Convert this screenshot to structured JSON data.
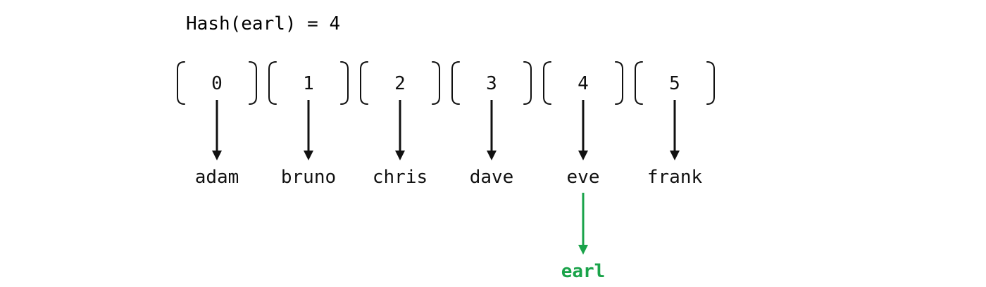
{
  "title": "Hash(earl) = 4",
  "buckets": [
    {
      "index": "0",
      "entry": "adam"
    },
    {
      "index": "1",
      "entry": "bruno"
    },
    {
      "index": "2",
      "entry": "chris"
    },
    {
      "index": "3",
      "entry": "dave"
    },
    {
      "index": "4",
      "entry": "eve"
    },
    {
      "index": "5",
      "entry": "frank"
    }
  ],
  "chained_entry": {
    "bucket": 4,
    "label": "earl"
  },
  "colors": {
    "ink": "#111111",
    "highlight": "#1aa34a"
  }
}
